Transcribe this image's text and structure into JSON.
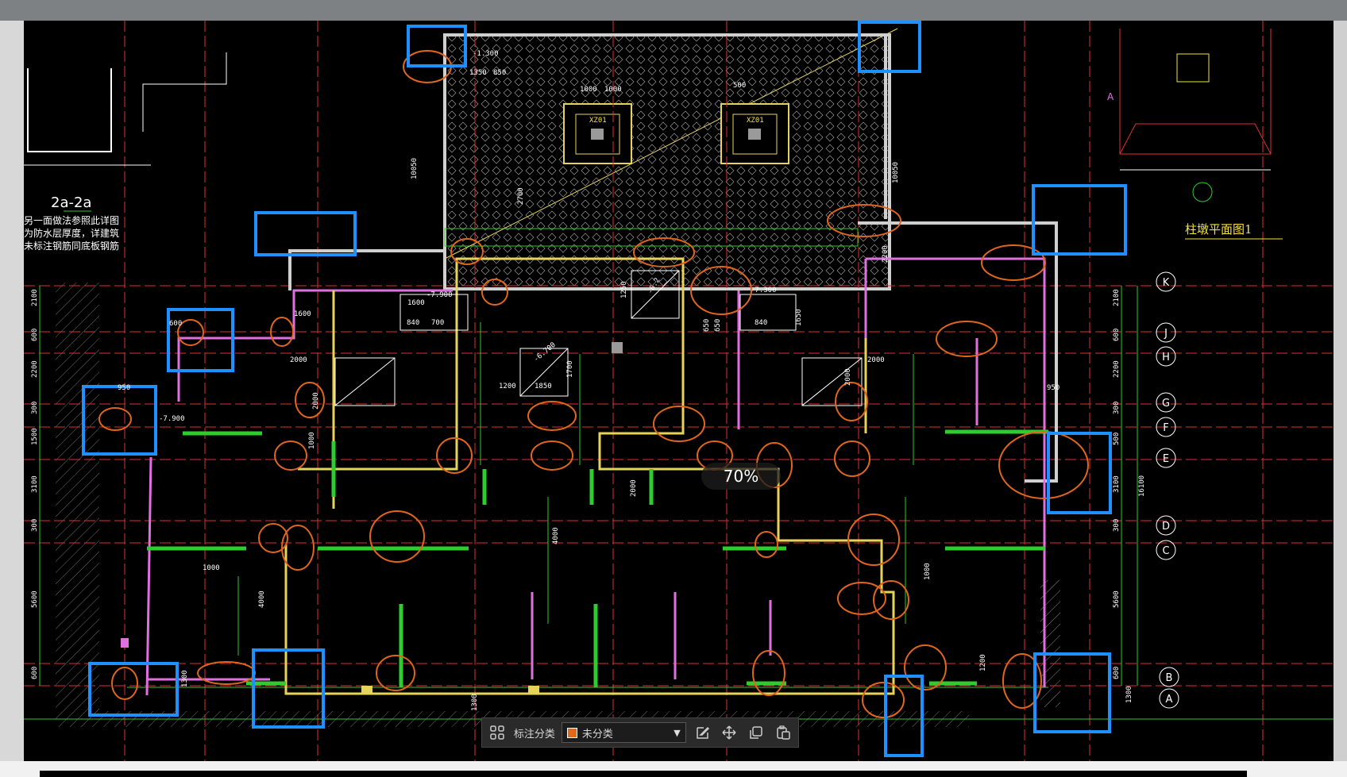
{
  "drawing": {
    "section_label": "2a-2a",
    "detail_title": "柱墩平面图1",
    "zoom_percent": "70%",
    "grid_axes": [
      "K",
      "J",
      "H",
      "G",
      "F",
      "E",
      "D",
      "C",
      "B",
      "A"
    ],
    "notes": [
      "另一面做法参照此详图",
      "为防水层厚度，详建筑",
      "未标注钢筋同底板钢筋"
    ],
    "marker_a": "A",
    "dims_left": [
      "2100",
      "600",
      "2200",
      "300",
      "1500",
      "3100",
      "300",
      "5600",
      "600"
    ],
    "dims_right": [
      "2100",
      "600",
      "2200",
      "300",
      "500",
      "3100",
      "300",
      "5600",
      "600"
    ],
    "dims_total": "16100",
    "dims_mid": [
      "2000",
      "2000",
      "1600",
      "1000",
      "1200",
      "1850",
      "1700",
      "2000",
      "4000",
      "4000",
      "2000",
      "1000",
      "1300",
      "1300",
      "1300",
      "10050",
      "10050",
      "1350",
      "850",
      "1000",
      "1000",
      "950",
      "950",
      "1650",
      "1600",
      "1250",
      "500",
      "2700",
      "2200",
      "840",
      "700",
      "600",
      "840",
      "650",
      "650",
      "1200",
      "1000",
      "2000"
    ],
    "elevations": [
      "-7.900",
      "-6.700",
      "-1.300",
      "-7.300",
      "-7.900",
      "-6.2"
    ],
    "pit_labels": [
      "XZ01",
      "XZ01"
    ],
    "colors": {
      "background": "#000000",
      "grid_line": "#e03030",
      "dim_line": "#2ecc2e",
      "wall": "#e070e0",
      "wall_yellow": "#e6d35a",
      "annotation_circle": "#e0661c",
      "highlight_box": "#1e90ff",
      "text_white": "#ffffff",
      "text_yellow": "#f5e23a"
    }
  },
  "toolbar": {
    "category_label": "标注分类",
    "category_value": "未分类",
    "category_color": "#e06a1b",
    "icons": [
      "grid-icon",
      "edit-icon",
      "move-icon",
      "copy-icon",
      "paste-icon"
    ]
  }
}
